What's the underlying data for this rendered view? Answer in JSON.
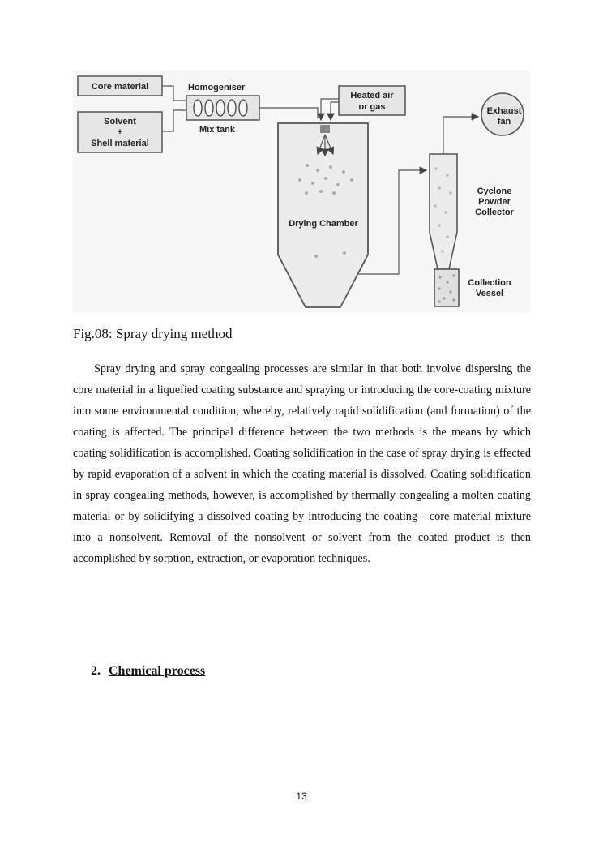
{
  "figure": {
    "core_material": "Core material",
    "solvent_line1": "Solvent",
    "solvent_line2": "+",
    "solvent_line3": "Shell material",
    "homogeniser": "Homogeniser",
    "mix_tank": "Mix tank",
    "heated_air_line1": "Heated air",
    "heated_air_line2": "or gas",
    "drying_chamber": "Drying Chamber",
    "exhaust_line1": "Exhaust",
    "exhaust_line2": "fan",
    "cyclone_line1": "Cyclone",
    "cyclone_line2": "Powder",
    "cyclone_line3": "Collector",
    "collection_line1": "Collection",
    "collection_line2": "Vessel"
  },
  "caption": "Fig.08: Spray drying method",
  "paragraph": "Spray drying and spray congealing processes are similar in that both involve dispersing the core material in a liquefied coating substance and spraying or introducing the core-coating mixture into some environmental condition, whereby, relatively rapid solidification (and formation) of the coating is affected. The principal difference between the two methods is the means by which coating solidification is accomplished. Coating solidification in the case of spray drying is effected by rapid evaporation of a solvent in which the coating material is dissolved. Coating solidification in spray congealing methods, however, is accomplished by thermally congealing a molten coating material or by solidifying a dissolved coating by introducing the coating - core material mixture into a nonsolvent. Removal of the nonsolvent or solvent from the coated product is then accomplished by sorption, extraction, or evaporation techniques.",
  "section": {
    "number": "2.",
    "title": "Chemical process"
  },
  "page_number": "13"
}
